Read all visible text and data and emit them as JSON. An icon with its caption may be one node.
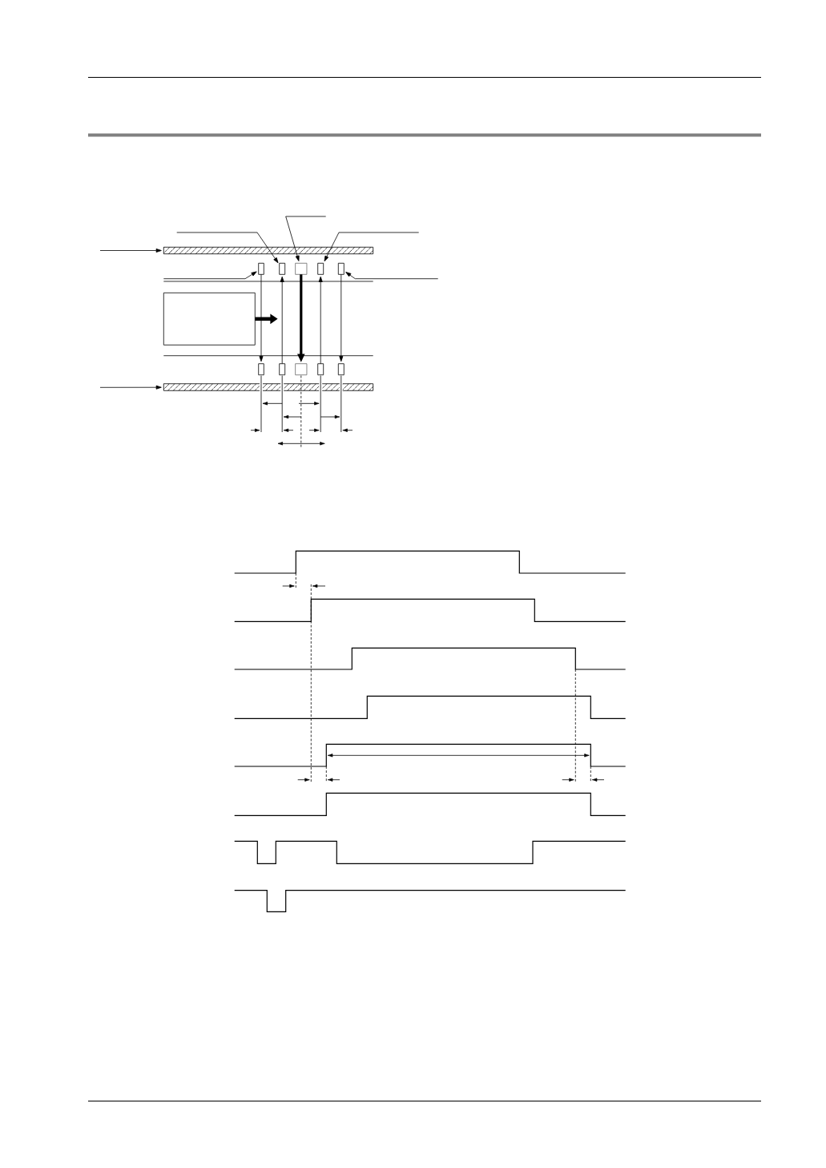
{
  "diagram": {
    "nodes": [
      {
        "text": [],
        "shape": "bar"
      },
      {
        "text": [],
        "shape": "box"
      },
      {
        "text": [],
        "shape": "box"
      },
      {
        "text": [],
        "shape": "box"
      },
      {
        "text": [],
        "shape": "box"
      },
      {
        "text": [],
        "shape": "box"
      },
      {
        "text": [],
        "shape": "box"
      },
      {
        "text": [],
        "shape": "box"
      },
      {
        "text": [],
        "shape": "box"
      },
      {
        "text": [],
        "shape": "box"
      },
      {
        "text": [],
        "shape": "box"
      },
      {
        "text": [],
        "shape": "box"
      },
      {
        "text": [],
        "shape": "bar"
      }
    ],
    "edges": [
      {
        "from": null,
        "to": 0,
        "arrow": "to"
      },
      {
        "from": null,
        "to": 12,
        "arrow": "to"
      },
      {
        "from": null,
        "to": 3,
        "arrow": "to"
      },
      {
        "from": null,
        "to": 2,
        "arrow": "to"
      },
      {
        "from": null,
        "to": 4,
        "arrow": "to"
      },
      {
        "from": null,
        "to": 1,
        "arrow": "to"
      },
      {
        "from": null,
        "to": 5,
        "arrow": "to"
      },
      {
        "from": 1,
        "to": 7,
        "arrow": "to"
      },
      {
        "from": 8,
        "to": 2,
        "arrow": "to"
      },
      {
        "from": 3,
        "to": 9,
        "arrow": "to",
        "style": "thick"
      },
      {
        "from": 10,
        "to": 4,
        "arrow": "to"
      },
      {
        "from": 5,
        "to": 11,
        "arrow": "to"
      },
      {
        "from": 6,
        "to": null,
        "arrow": "to",
        "style": "thick"
      }
    ]
  }
}
